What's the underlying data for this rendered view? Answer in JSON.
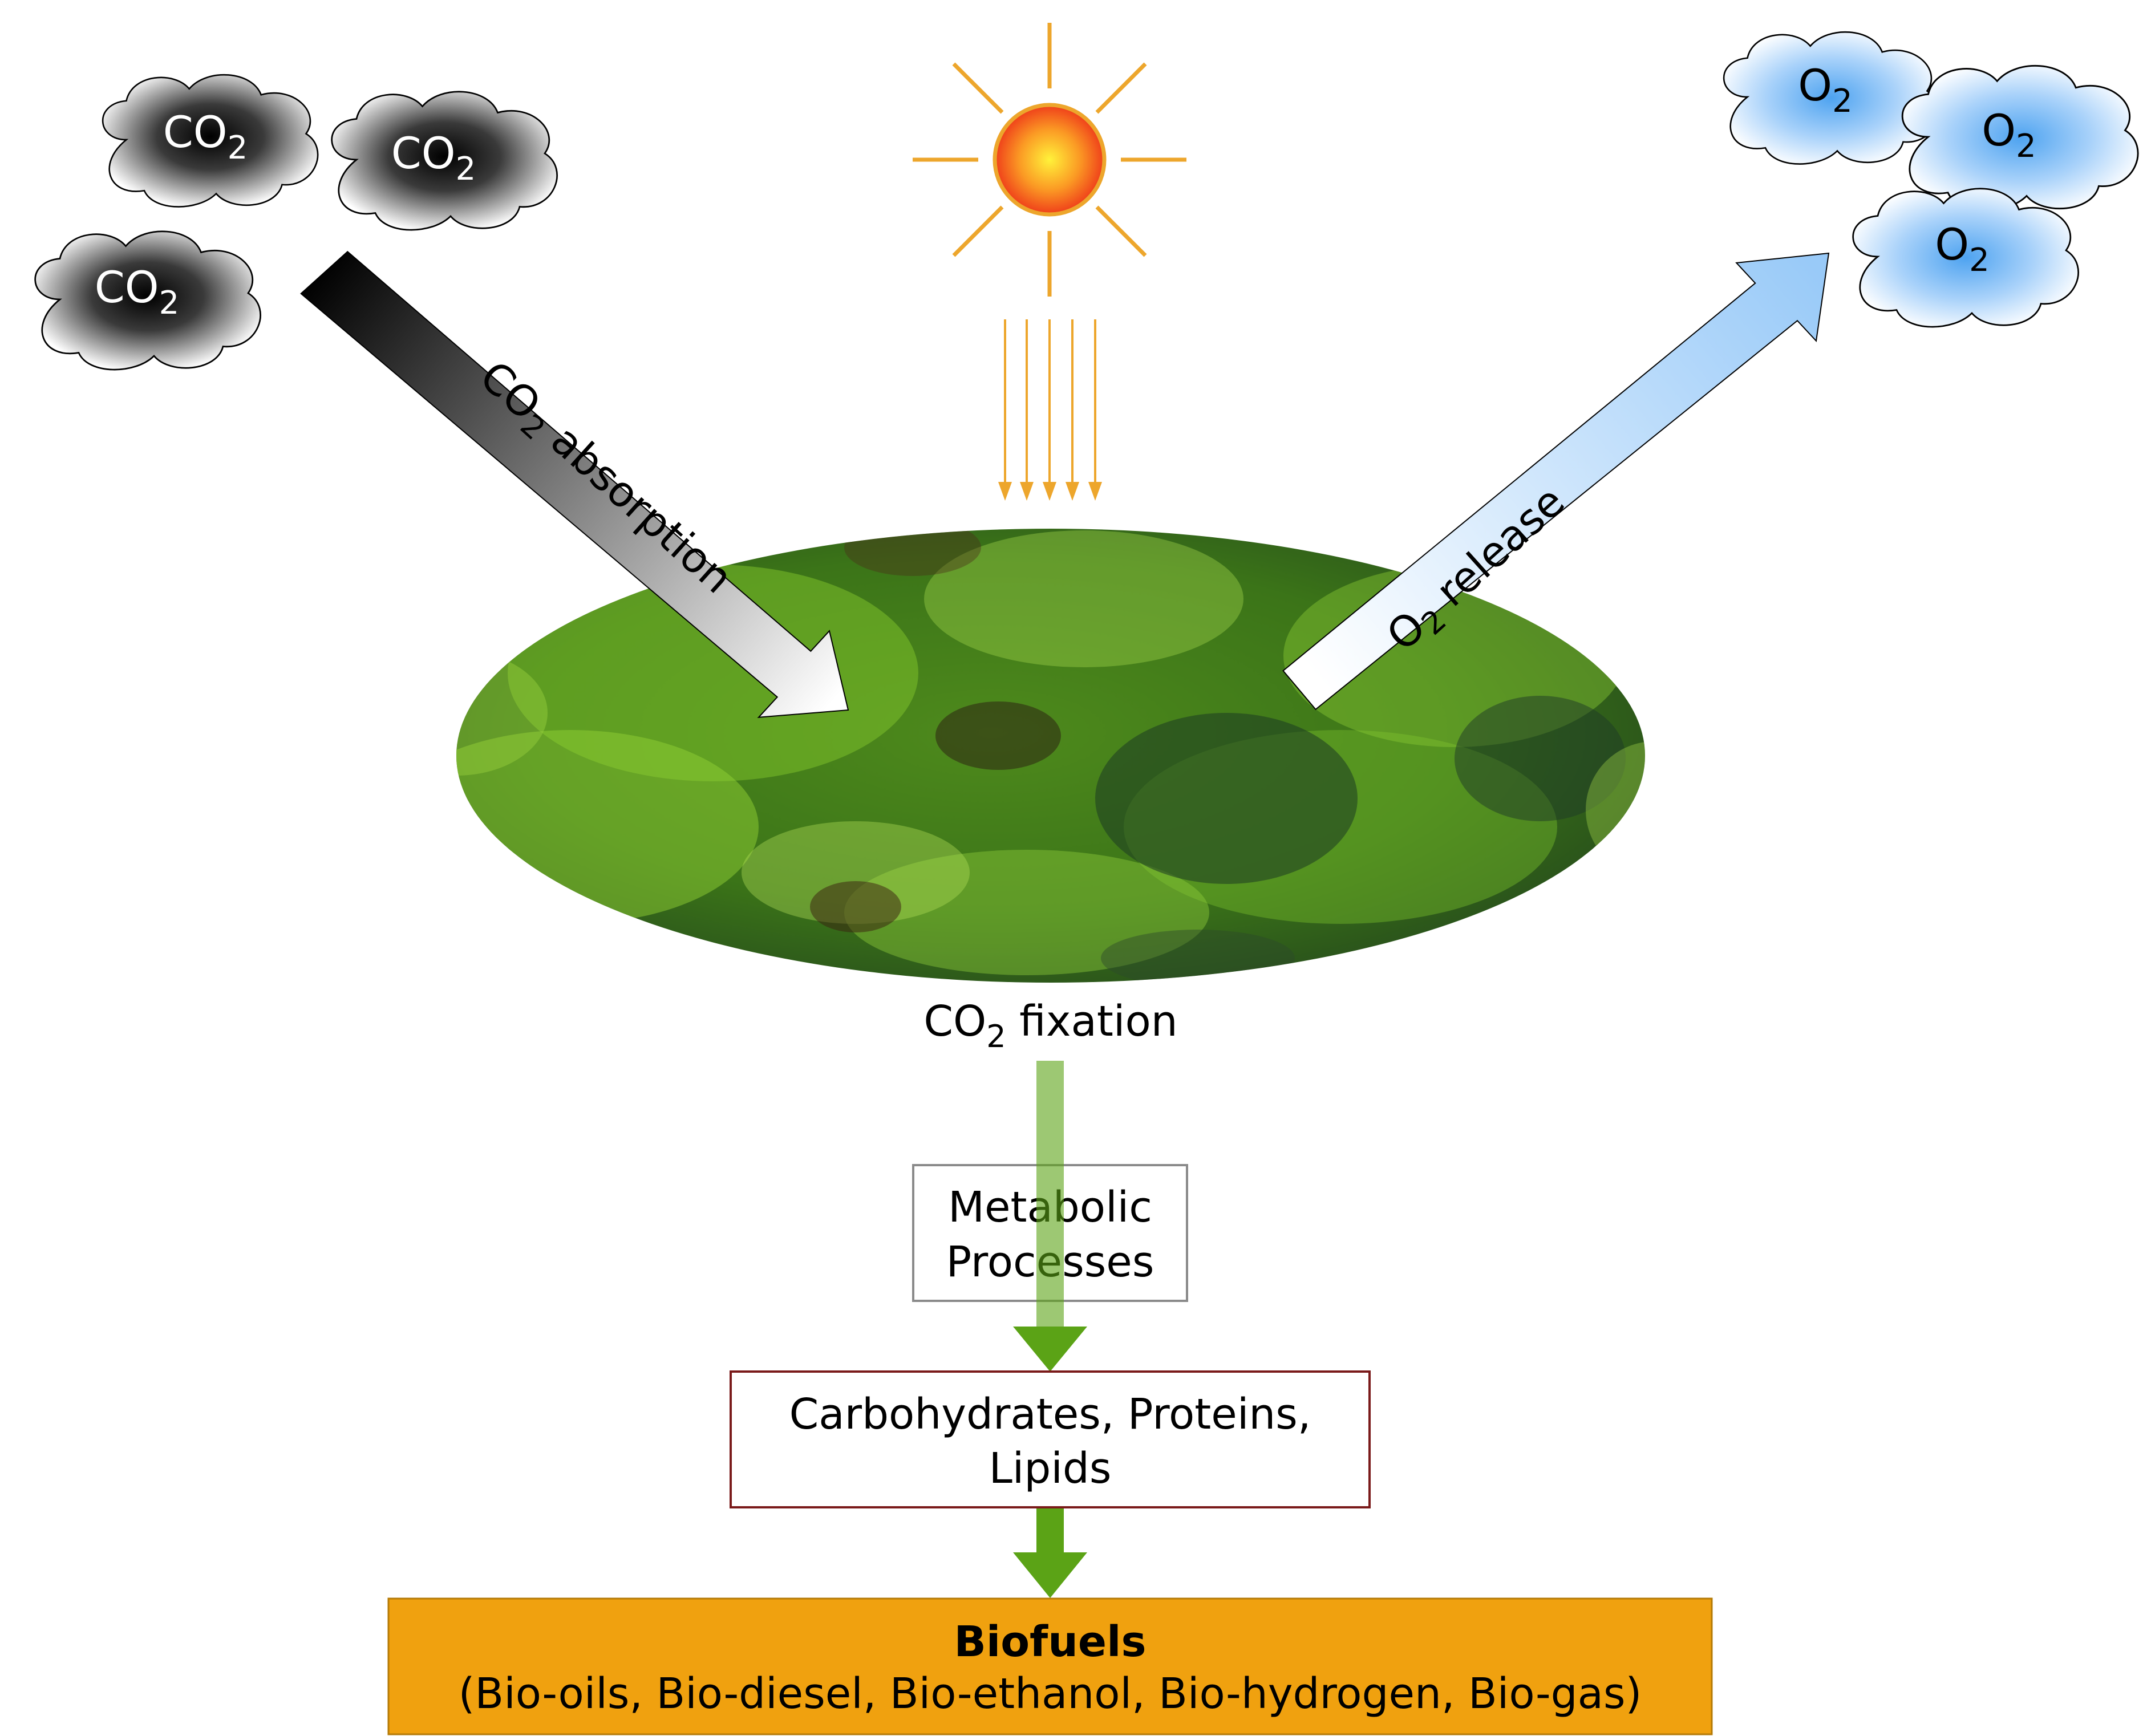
{
  "clouds": {
    "co2": [
      {
        "base": "CO",
        "sub": "2"
      },
      {
        "base": "CO",
        "sub": "2"
      },
      {
        "base": "CO",
        "sub": "2"
      }
    ],
    "o2": [
      {
        "base": "O",
        "sub": "2"
      },
      {
        "base": "O",
        "sub": "2"
      },
      {
        "base": "O",
        "sub": "2"
      }
    ]
  },
  "arrows": {
    "absorption": {
      "base": "CO",
      "sub": "2",
      "rest": " absorption"
    },
    "release": {
      "base": "O",
      "sub": "2",
      "rest": " release"
    }
  },
  "fixation": {
    "base": "CO",
    "sub": "2",
    "rest": " fixation"
  },
  "boxes": {
    "metabolic": {
      "line1": "Metabolic",
      "line2": "Processes"
    },
    "products": {
      "line1": "Carbohydrates, Proteins,",
      "line2": "Lipids"
    },
    "biofuels": {
      "title": "Biofuels",
      "subtitle": "(Bio-oils, Bio-diesel, Bio-ethanol, Bio-hydrogen, Bio-gas)"
    }
  },
  "colors": {
    "sun_ray": "#eda62c",
    "sun_center": "#fff23a",
    "sun_edge": "#ef3e1a",
    "flow_arrow": "#5ba316",
    "biofuels_fill": "#f0a10f",
    "products_border": "#7a1a1a",
    "metabolic_border": "#8a8a8a",
    "o2_cloud": "#59a9f2",
    "co2_cloud": "#000000"
  }
}
